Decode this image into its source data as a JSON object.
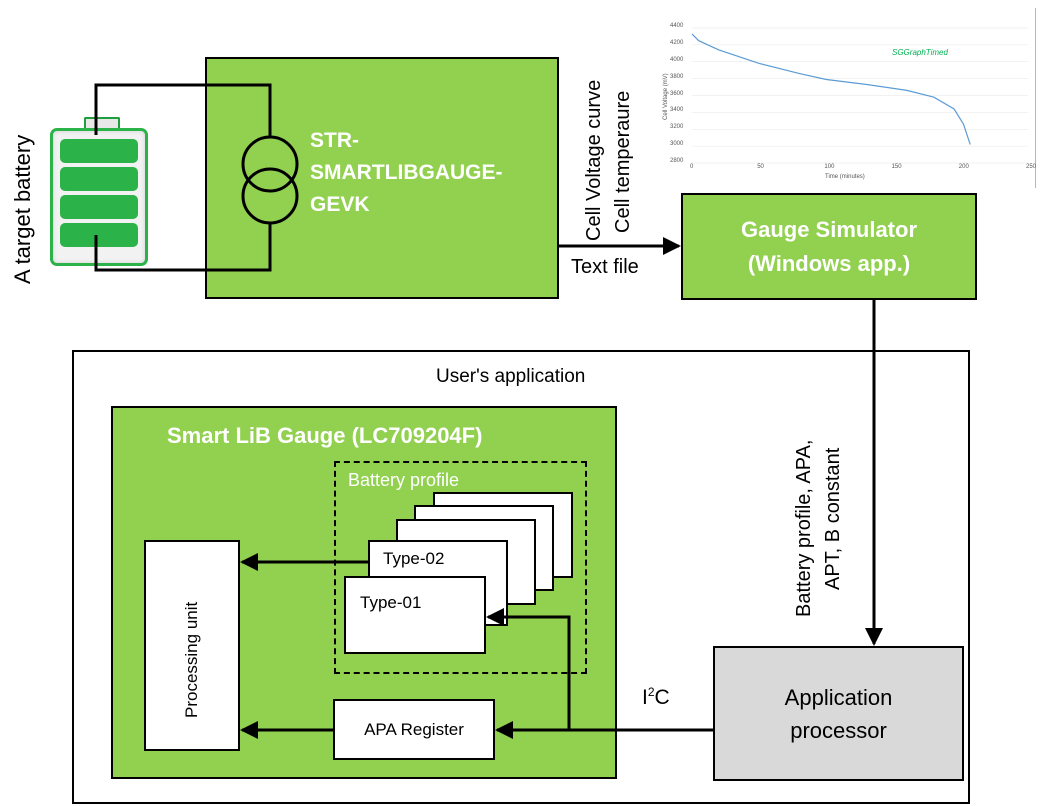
{
  "battery": {
    "label": "A target battery"
  },
  "evk": {
    "title": "STR-SMARTLIBGAUGE-GEVK",
    "line1": "STR-",
    "line2": "SMARTLIBGAUGE-",
    "line3": "GEVK"
  },
  "transfer": {
    "line1": "Cell Voltage curve",
    "line2": "Cell temperaure",
    "file_label": "Text file"
  },
  "simulator": {
    "line1": "Gauge Simulator",
    "line2": "(Windows app.)"
  },
  "graph": {
    "legend": "SGGraphTimed",
    "xlabel": "Time (minutes)",
    "ylabel": "Cell Voltage (mV)",
    "y_ticks": [
      "4400",
      "4200",
      "4000",
      "3800",
      "3600",
      "3400",
      "3200",
      "3000",
      "2800"
    ],
    "x_ticks": [
      "0",
      "50",
      "100",
      "150",
      "200",
      "250"
    ],
    "line_color": "#5b9bd5",
    "legend_color": "#00b050"
  },
  "user_app": {
    "label": "User's application"
  },
  "gauge": {
    "title": "Smart LiB Gauge (LC709204F)"
  },
  "profile": {
    "label": "Battery profile",
    "type2": "Type-02",
    "type1": "Type-01"
  },
  "processing": {
    "label": "Processing unit"
  },
  "apa": {
    "label": "APA Register"
  },
  "i2c": {
    "base": "I",
    "sup": "2",
    "tail": "C"
  },
  "downlink": {
    "line1": "Battery profile, APA,",
    "line2": "APT, B constant"
  },
  "app_proc": {
    "line1": "Application",
    "line2": "processor"
  },
  "colors": {
    "green": "#92d050",
    "gray": "#d9d9d9",
    "battery_green": "#2bb34a"
  }
}
